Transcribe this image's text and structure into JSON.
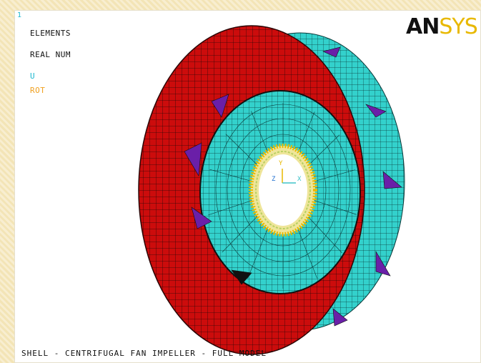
{
  "viewport": {
    "window_number": "1",
    "legend": {
      "line1": "ELEMENTS",
      "line2": "REAL NUM",
      "line3": "U",
      "line4": "ROT"
    },
    "logo": {
      "part1": "AN",
      "part2": "SYS"
    },
    "triad": {
      "y_label": "Y",
      "z_label": "Z",
      "x_label": "X"
    },
    "title": "SHELL - CENTRIFUGAL FAN IMPELLER - FULL MODEL"
  },
  "colors": {
    "shroud": "#cc0c0c",
    "backplate": "#33d1cc",
    "blade": "#6a1fa8",
    "mesh": "#1a1a1a",
    "hub_constraint": "#e8b800",
    "triad_y": "#e8b800",
    "triad_x": "#3ec3c9",
    "legend_cyan": "#1fb8d0",
    "legend_orange": "#f0a020"
  }
}
